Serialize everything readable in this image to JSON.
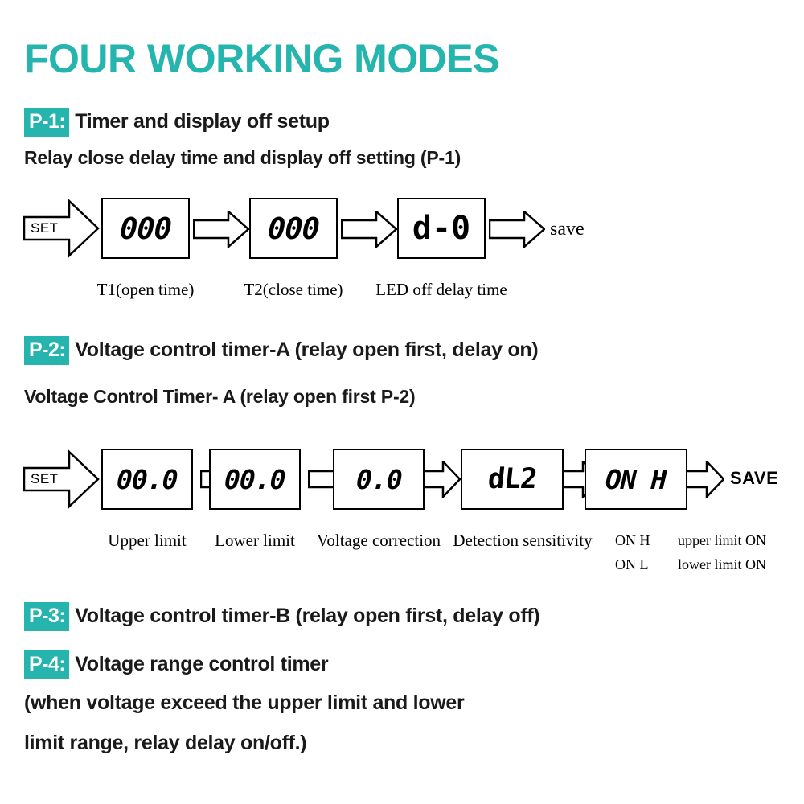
{
  "title": "FOUR WORKING MODES",
  "accent_color": "#26b5ae",
  "modes": [
    {
      "badge": "P-1:",
      "text": "Timer and display off setup"
    },
    {
      "badge": "P-2:",
      "text": "Voltage control timer-A (relay open first, delay on)"
    },
    {
      "badge": "P-3:",
      "text": "Voltage control timer-B (relay open first, delay off)"
    },
    {
      "badge": "P-4:",
      "text": "Voltage range control timer"
    }
  ],
  "p4_note_line1": "(when voltage exceed the upper limit and lower",
  "p4_note_line2": "limit range, relay delay on/off.)",
  "flow1": {
    "heading": "Relay close delay time and display off setting (P-1)",
    "set_label": "SET",
    "end_label": "save",
    "steps": [
      {
        "display": "000",
        "caption": "T1(open time)"
      },
      {
        "display": "000",
        "caption": "T2(close time)"
      },
      {
        "display": "d-0",
        "caption": "LED off delay time"
      }
    ]
  },
  "flow2": {
    "heading": "Voltage Control Timer- A (relay open first P-2)",
    "set_label": "SET",
    "end_label": "SAVE",
    "steps": [
      {
        "display": "00.0",
        "caption": "Upper limit"
      },
      {
        "display": "00.0",
        "caption": "Lower limit"
      },
      {
        "display": "0.0",
        "caption": "Voltage correction"
      },
      {
        "display": "dL2",
        "caption": "Detection sensitivity"
      },
      {
        "display": "ON H",
        "caption": ""
      }
    ],
    "legend": [
      {
        "code": "ON  H",
        "meaning": "upper limit ON"
      },
      {
        "code": "ON  L",
        "meaning": "lower limit ON"
      }
    ]
  },
  "icons": {
    "set_arrow": "right-block-arrow",
    "connector": "right-block-arrow-small"
  }
}
